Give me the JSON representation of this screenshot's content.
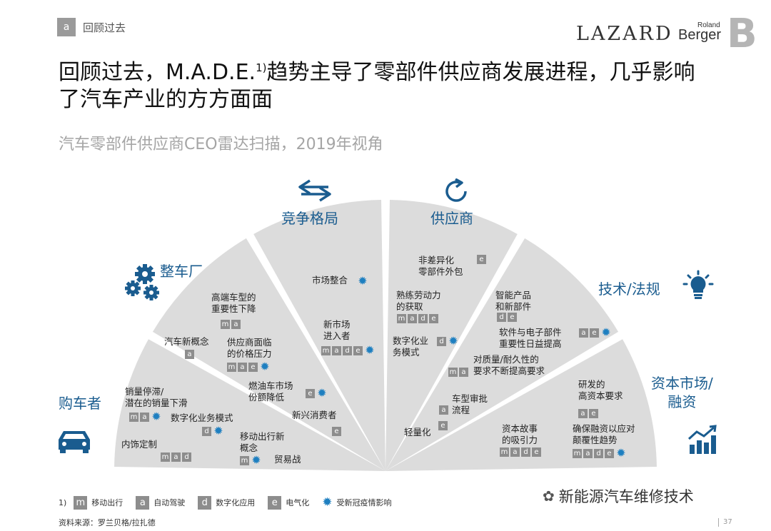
{
  "header": {
    "section_letter": "a",
    "section_title": "回顾过去",
    "logo_lazard": "LAZARD",
    "logo_rb_roland": "Roland",
    "logo_rb_berger": "Berger"
  },
  "title": {
    "line1_a": "回顾过去，M.A.D.E.",
    "line1_sup": "1)",
    "line1_b": "趋势主导了零部件供应商发展进程，几乎影响",
    "line2": "了汽车产业的方方面面"
  },
  "subtitle": "汽车零部件供应商CEO雷达扫描，2019年视角",
  "categories": {
    "buyers": "购车者",
    "oem": "整车厂",
    "competition": "竞争格局",
    "suppliers": "供应商",
    "tech": "技术/法规",
    "capital_line1": "资本市场/",
    "capital_line2": "融资"
  },
  "items": {
    "i1": {
      "lines": [
        "销量停滞/",
        "潜在的销量下滑"
      ],
      "badges": [
        "m",
        "a"
      ],
      "virus": true
    },
    "i2": {
      "lines": [
        "数字化业务模式"
      ],
      "badges": [
        "d"
      ],
      "virus": true
    },
    "i3": {
      "lines": [
        "内饰定制"
      ],
      "badges": [
        "m",
        "a",
        "d"
      ],
      "virus": false
    },
    "i4": {
      "lines": [
        "移动出行新",
        "概念"
      ],
      "badges": [
        "m"
      ],
      "virus": true
    },
    "i5": {
      "lines": [
        "贸易战"
      ],
      "badges": [],
      "virus": false
    },
    "i6": {
      "lines": [
        "汽车新概念"
      ],
      "badges": [
        "a"
      ],
      "virus": false
    },
    "i7": {
      "lines": [
        "高端车型的",
        "重要性下降"
      ],
      "badges": [
        "m",
        "a"
      ],
      "virus": false
    },
    "i8": {
      "lines": [
        "供应商面临",
        "的价格压力"
      ],
      "badges": [
        "m",
        "a",
        "e"
      ],
      "virus": true
    },
    "i9": {
      "lines": [
        "燃油车市场",
        "份额降低"
      ],
      "badges": [
        "e"
      ],
      "virus": true
    },
    "i10": {
      "lines": [
        "新兴消费者"
      ],
      "badges": [
        "e"
      ],
      "virus": false
    },
    "i11": {
      "lines": [
        "市场整合"
      ],
      "badges": [],
      "virus": true
    },
    "i12": {
      "lines": [
        "新市场",
        "进入者"
      ],
      "badges": [
        "m",
        "a",
        "d",
        "e"
      ],
      "virus": true
    },
    "i13": {
      "lines": [
        "非差异化",
        "零部件外包"
      ],
      "badges": [
        "e"
      ],
      "virus": false
    },
    "i14": {
      "lines": [
        "熟练劳动力",
        "的获取"
      ],
      "badges": [
        "m",
        "a",
        "d",
        "e"
      ],
      "virus": false
    },
    "i15": {
      "lines": [
        "数字化业",
        "务模式"
      ],
      "badges": [
        "d"
      ],
      "virus": true
    },
    "i16": {
      "lines": [
        "车型审批",
        "流程"
      ],
      "badges": [
        "a"
      ],
      "virus": false
    },
    "i17": {
      "lines": [
        "轻量化"
      ],
      "badges": [
        "e"
      ],
      "virus": false
    },
    "i18": {
      "lines": [
        "智能产品",
        "和新部件"
      ],
      "badges": [
        "d",
        "e"
      ],
      "virus": false
    },
    "i19": {
      "lines": [
        "软件与电子部件",
        "重要性日益提高"
      ],
      "badges": [
        "a",
        "e"
      ],
      "virus": true
    },
    "i20": {
      "lines": [
        "对质量/耐久性的",
        "要求不断提高要求"
      ],
      "badges": [
        "m",
        "a"
      ],
      "virus": false
    },
    "i21": {
      "lines": [
        "研发的",
        "高资本要求"
      ],
      "badges": [
        "a",
        "e"
      ],
      "virus": false
    },
    "i22": {
      "lines": [
        "资本故事",
        "的吸引力"
      ],
      "badges": [
        "m",
        "a",
        "d",
        "e"
      ],
      "virus": false
    },
    "i23": {
      "lines": [
        "确保融资以应对",
        "颠覆性趋势"
      ],
      "badges": [
        "m",
        "a",
        "d",
        "e"
      ],
      "virus": true
    }
  },
  "legend": {
    "footnote": "1)",
    "m_letter": "m",
    "m_label": "移动出行",
    "a_letter": "a",
    "a_label": "自动驾驶",
    "d_letter": "d",
    "d_label": "数字化应用",
    "e_letter": "e",
    "e_label": "电气化",
    "virus_label": "受新冠疫情影响"
  },
  "source": "资料来源：罗兰贝格/拉扎德",
  "watermark": "新能源汽车维修技术",
  "page_number": "37",
  "colors": {
    "accent": "#1a5c8f",
    "sector": "#dcdcdc",
    "badge": "#8d8d8d",
    "virus": "#1e7fc0"
  },
  "icons": {
    "competition": "arrows-exchange-icon",
    "suppliers": "cycle-arrow-icon",
    "oem": "gears-icon",
    "tech": "lightbulb-icon",
    "buyers": "car-icon",
    "capital": "rising-chart-icon"
  }
}
